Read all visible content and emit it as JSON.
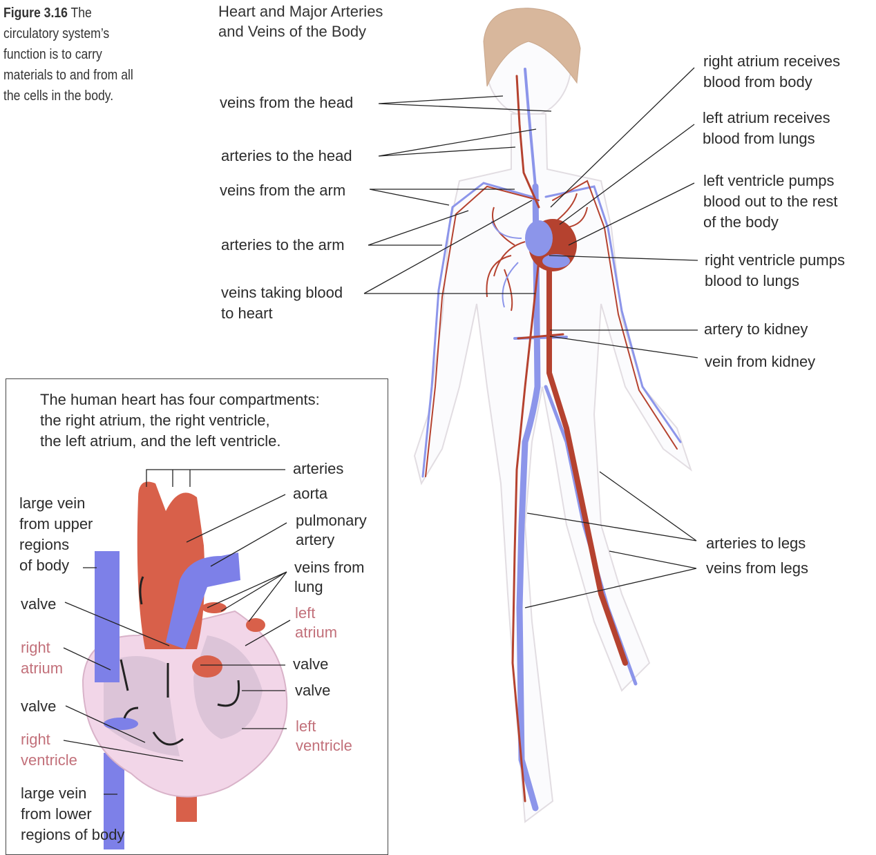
{
  "caption": {
    "figure": "Figure 3.16",
    "text": "The circulatory system’s function is to carry materials to and from all the cells in the body."
  },
  "title": {
    "line1": "Heart and Major Arteries",
    "line2": "and Veins of the Body"
  },
  "body_labels": {
    "veins_head": "veins from the head",
    "arteries_head": "arteries to the head",
    "veins_arm": "veins from the arm",
    "arteries_arm": "arteries to the arm",
    "veins_heart_1": "veins taking blood",
    "veins_heart_2": "to heart",
    "ra_1": "right atrium receives",
    "ra_2": "blood from body",
    "la_1": "left atrium receives",
    "la_2": "blood from lungs",
    "lv_1": "left ventricle pumps",
    "lv_2": "blood out to the rest",
    "lv_3": "of the body",
    "rv_1": "right ventricle pumps",
    "rv_2": "blood to lungs",
    "artery_kidney": "artery to kidney",
    "vein_kidney": "vein from kidney",
    "arteries_legs": "arteries to legs",
    "veins_legs": "veins from legs"
  },
  "inset": {
    "intro_1": "The human heart has four compartments:",
    "intro_2": "the right atrium, the right ventricle,",
    "intro_3": "the left atrium, and the left ventricle.",
    "arteries": "arteries",
    "aorta": "aorta",
    "pulm_1": "pulmonary",
    "pulm_2": "artery",
    "vlung_1": "veins from",
    "vlung_2": "lung",
    "la_1": "left",
    "la_2": "atrium",
    "valve_a": "valve",
    "valve_b": "valve",
    "valve_c": "valve",
    "valve_d": "valve",
    "lv_1": "left",
    "lv_2": "ventricle",
    "upper_1": "large vein",
    "upper_2": "from upper",
    "upper_3": "regions",
    "upper_4": "of body",
    "ra_1": "right",
    "ra_2": "atrium",
    "rv_1": "right",
    "rv_2": "ventricle",
    "lower_1": "large vein",
    "lower_2": "from lower",
    "lower_3": "regions of body"
  },
  "colors": {
    "artery": "#b5422f",
    "vein": "#8c95ea",
    "heart_wall": "#f0d6e8",
    "label_pink": "#c2707a"
  }
}
